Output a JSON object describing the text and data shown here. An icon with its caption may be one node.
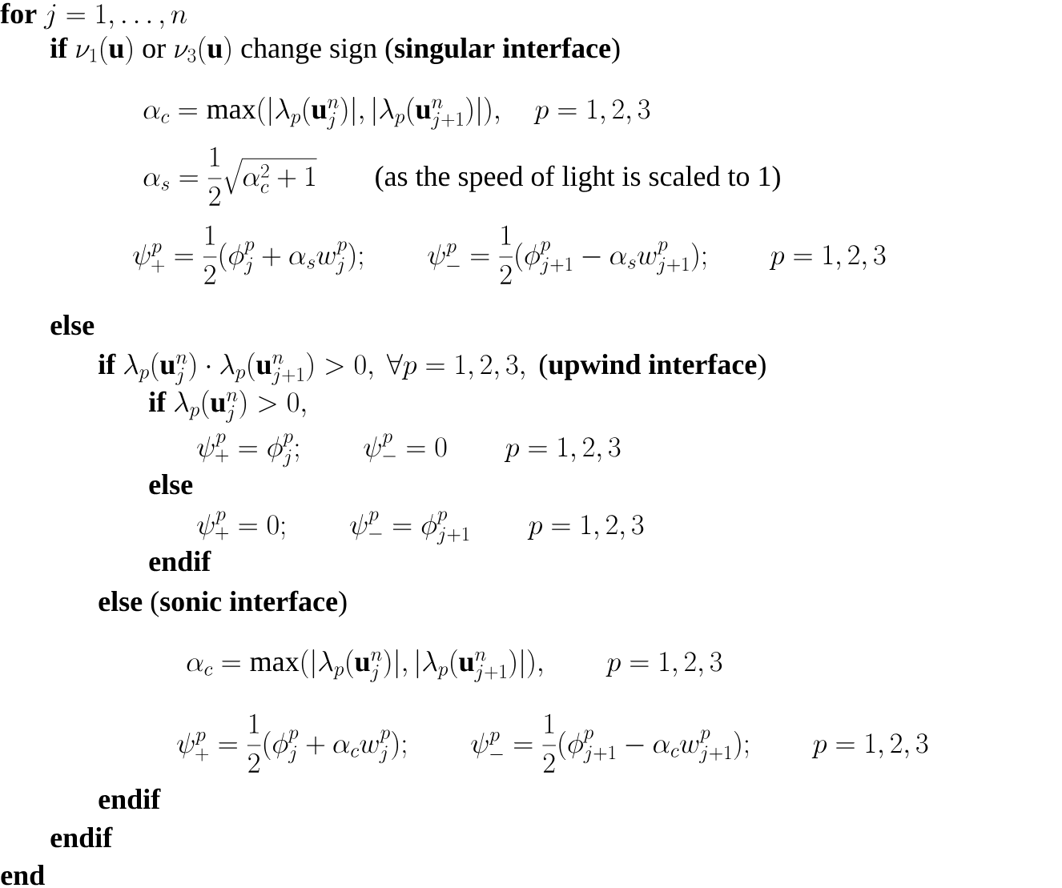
{
  "diagram": {
    "labels": [
      "\\textbf{for}\\ j = 1, \\ldots, n",
      "\\textbf{if}\\ \\nu_1(\\mathbf{u})\\text{ or }\\nu_3(\\mathbf{u})\\text{ change sign (\\textbf{singular interface})}",
      "\\alpha_c = \\max(|\\lambda_p(\\mathbf{u}_j^n)|, |\\lambda_p(\\mathbf{u}_{j+1}^n)|), \\quad p = 1, 2, 3",
      "\\alpha_s = \\frac{1}{2}\\sqrt{\\alpha_c^2 + 1} \\qquad \\text{(as the speed of light is scaled to 1)}",
      "\\psi_+^p = \\frac{1}{2}(\\phi_j^p + \\alpha_s w_j^p); \\qquad \\psi_-^p = \\frac{1}{2}(\\phi_{j+1}^p - \\alpha_s w_{j+1}^p); \\qquad p = 1, 2, 3",
      "\\textbf{else}",
      "\\textbf{if}\\ \\lambda_p(\\mathbf{u}_j^n) \\cdot \\lambda_p(\\mathbf{u}_{j+1}^n) > 0,\\ \\forall p = 1, 2, 3,\\ \\text{(\\textbf{upwind interface})}",
      "\\textbf{if}\\ \\lambda_p(\\mathbf{u}_j^n) > 0,",
      "\\psi_+^p = \\phi_j^p; \\qquad \\psi_-^p = 0 \\qquad p = 1, 2, 3",
      "\\textbf{else}",
      "\\psi_+^p = 0; \\qquad \\psi_-^p = \\phi_{j+1}^p \\qquad p = 1, 2, 3",
      "\\textbf{endif}",
      "\\textbf{else}\\ \\text{(\\textbf{sonic interface})}",
      "\\alpha_c = \\max(|\\lambda_p(\\mathbf{u}_j^n)|, |\\lambda_p(\\mathbf{u}_{j+1}^n)|), \\qquad p = 1, 2, 3",
      "\\psi_+^p = \\frac{1}{2}(\\phi_j^p + \\alpha_c w_j^p); \\qquad \\psi_-^p = \\frac{1}{2}(\\phi_{j+1}^p - \\alpha_c w_{j+1}^p); \\qquad p = 1, 2, 3",
      "\\textbf{endif}",
      "\\textbf{endif}",
      "\\textbf{end}"
    ]
  }
}
